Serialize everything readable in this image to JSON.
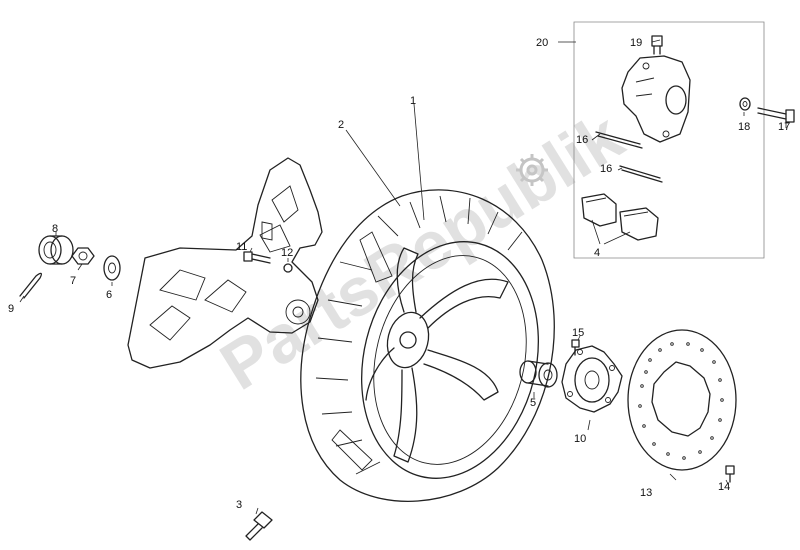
{
  "watermark": {
    "text": "PartsRepublik"
  },
  "callouts": {
    "c1": "1",
    "c2": "2",
    "c3": "3",
    "c4": "4",
    "c5": "5",
    "c6": "6",
    "c7": "7",
    "c8": "8",
    "c9": "9",
    "c10": "10",
    "c11": "11",
    "c12": "12",
    "c13": "13",
    "c14": "14",
    "c15": "15",
    "c16a": "16",
    "c16b": "16",
    "c17": "17",
    "c18": "18",
    "c19": "19",
    "c20": "20"
  }
}
